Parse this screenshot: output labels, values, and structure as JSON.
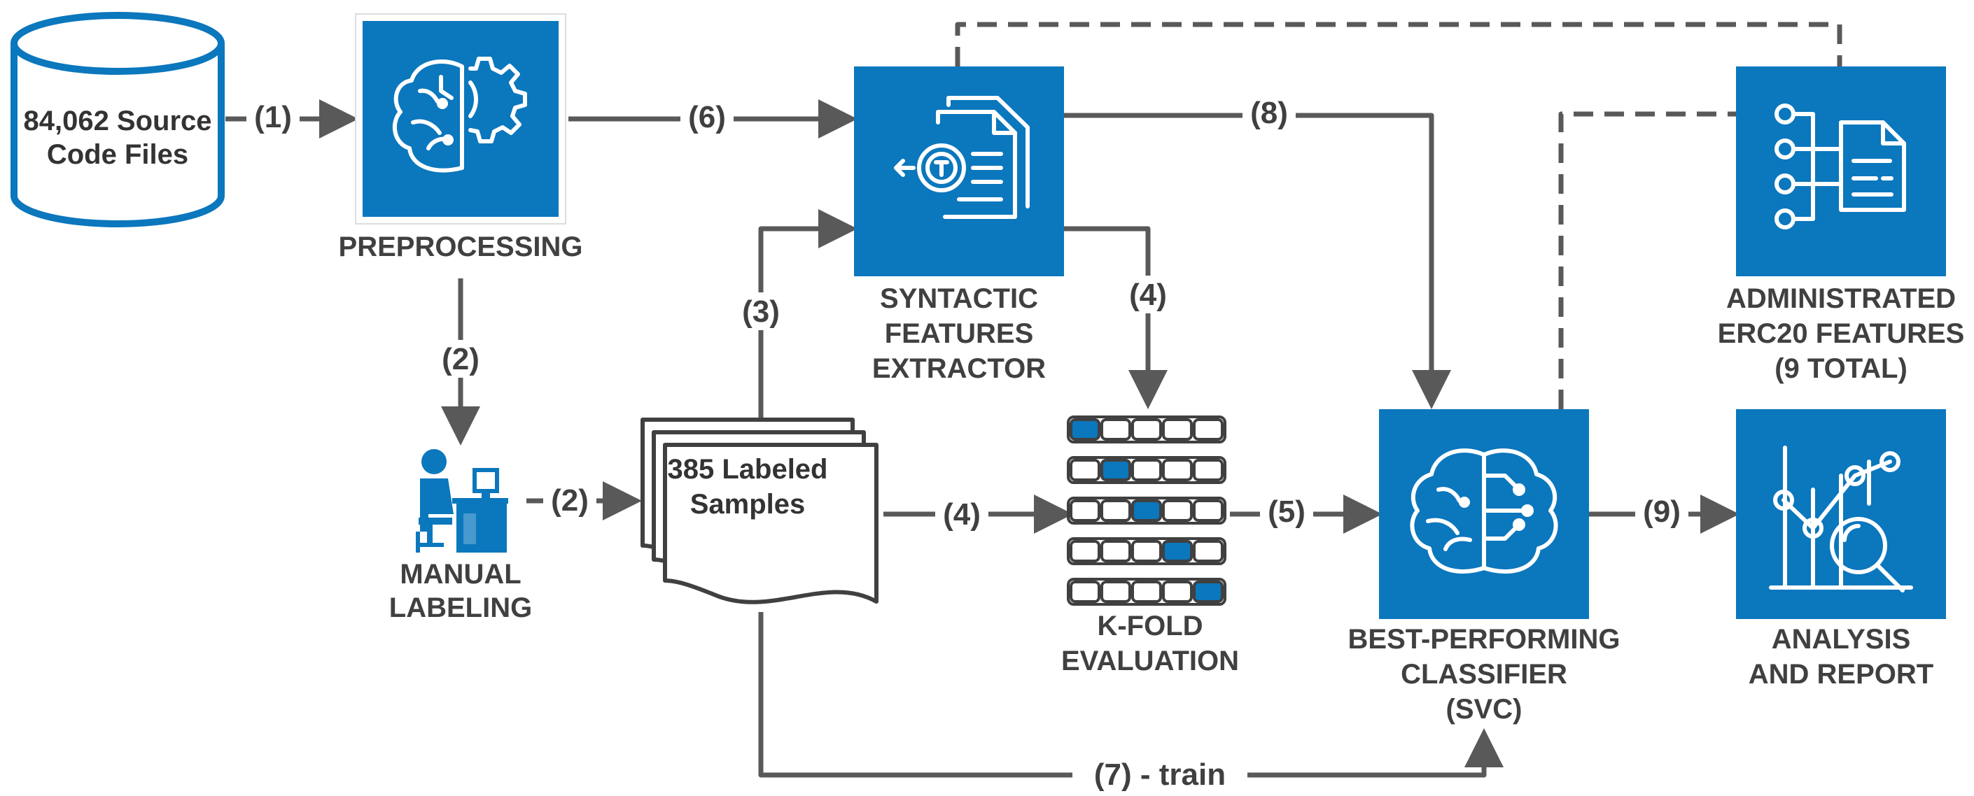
{
  "colors": {
    "accent": "#0b77bd",
    "line": "#595959",
    "text": "#404040"
  },
  "nodes": {
    "source": {
      "line1": "84,062 Source",
      "line2": "Code Files",
      "icon": "database-cylinder-icon"
    },
    "preprocessing": {
      "label": "PREPROCESSING",
      "icon": "brain-gear-icon"
    },
    "manual_labeling": {
      "line1": "MANUAL",
      "line2": "LABELING",
      "icon": "person-at-computer-icon"
    },
    "labeled_samples": {
      "line1": "385 Labeled",
      "line2": "Samples",
      "icon": "document-stack-icon"
    },
    "syntactic_extractor": {
      "line1": "SYNTACTIC",
      "line2": "FEATURES",
      "line3": "EXTRACTOR",
      "icon": "document-scan-icon"
    },
    "kfold": {
      "line1": "K-FOLD",
      "line2": "EVALUATION",
      "icon": "kfold-grid-icon",
      "folds": 5,
      "filled_positions": [
        0,
        1,
        2,
        3,
        4
      ]
    },
    "classifier": {
      "line1": "BEST-PERFORMING",
      "line2": "CLASSIFIER",
      "line3": "(SVC)",
      "icon": "brain-circuit-icon"
    },
    "erc20_features": {
      "line1": "ADMINISTRATED",
      "line2": "ERC20 FEATURES",
      "line3": "(9 TOTAL)",
      "icon": "feature-list-icon"
    },
    "analysis": {
      "line1": "ANALYSIS",
      "line2": "AND REPORT",
      "icon": "chart-magnifier-icon"
    }
  },
  "edges": {
    "e1": "(1)",
    "e2a": "(2)",
    "e2b": "(2)",
    "e3": "(3)",
    "e4a": "(4)",
    "e4b": "(4)",
    "e5": "(5)",
    "e6": "(6)",
    "e7": "(7) - train",
    "e8": "(8)",
    "e9": "(9)"
  }
}
